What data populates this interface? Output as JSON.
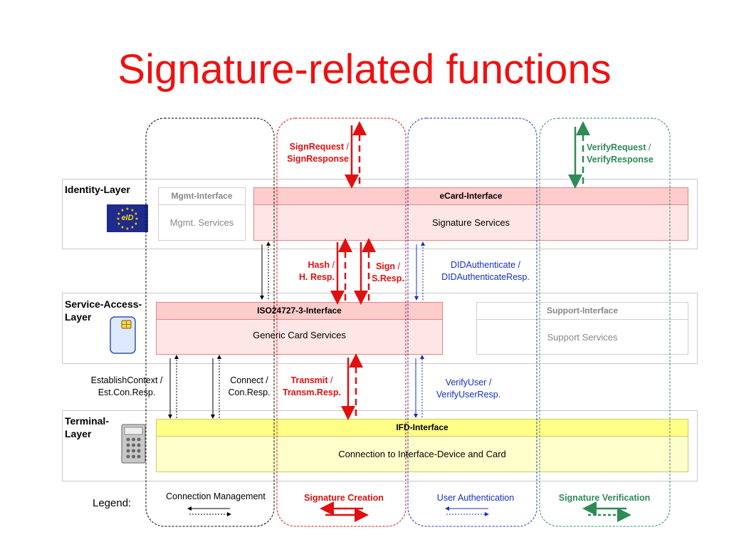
{
  "title": "Signature-related functions",
  "layers": {
    "identity": "Identity-Layer",
    "service_access": "Service-Access-\nLayer",
    "terminal": "Terminal-\nLayer"
  },
  "logo_text": "eID",
  "interfaces": {
    "mgmt": {
      "head": "Mgmt-Interface",
      "body": "Mgmt. Services"
    },
    "ecard": {
      "head": "eCard-Interface",
      "body": "Signature Services"
    },
    "iso": {
      "head": "ISO24727-3-Interface",
      "body": "Generic Card Services"
    },
    "support": {
      "head": "Support-Interface",
      "body": "Support Services"
    },
    "ifd": {
      "head": "IFD-Interface",
      "body": "Connection to Interface-Device and Card"
    }
  },
  "labels": {
    "sign_request": "SignRequest",
    "sign_response": "SignResponse",
    "verify_request": "VerifyRequest",
    "verify_response": "VerifyResponse",
    "hash": "Hash",
    "hash_resp": "H. Resp.",
    "sign": "Sign",
    "sign_resp": "S.Resp.",
    "did_auth": "DIDAuthenticate /",
    "did_auth_resp": "DIDAuthenticateResp.",
    "establish_ctx": "EstablishContext /",
    "est_con_resp": "Est.Con.Resp.",
    "connect": "Connect /",
    "con_resp": "Con.Resp.",
    "transmit": "Transmit",
    "transm_resp": "Transm.Resp.",
    "verify_user": "VerifyUser /",
    "verify_user_resp": "VerifyUserResp.",
    "slash": "/"
  },
  "legend": {
    "label": "Legend:",
    "connection_management": "Connection Management",
    "signature_creation": "Signature Creation",
    "user_authentication": "User Authentication",
    "signature_verification": "Signature Verification"
  },
  "colors": {
    "title": "#ee1111",
    "signature_creation": "#e01010",
    "user_authentication": "#1530c8",
    "signature_verification": "#2e8b57",
    "connection_management": "#000000",
    "interface_red_header": "#ffcccc",
    "interface_red_body": "#ffe6e6",
    "ifd_header": "#ffff88",
    "ifd_body": "#ffffcc",
    "logo_blue": "#1e2a8c",
    "logo_stars": "#ffd700"
  }
}
